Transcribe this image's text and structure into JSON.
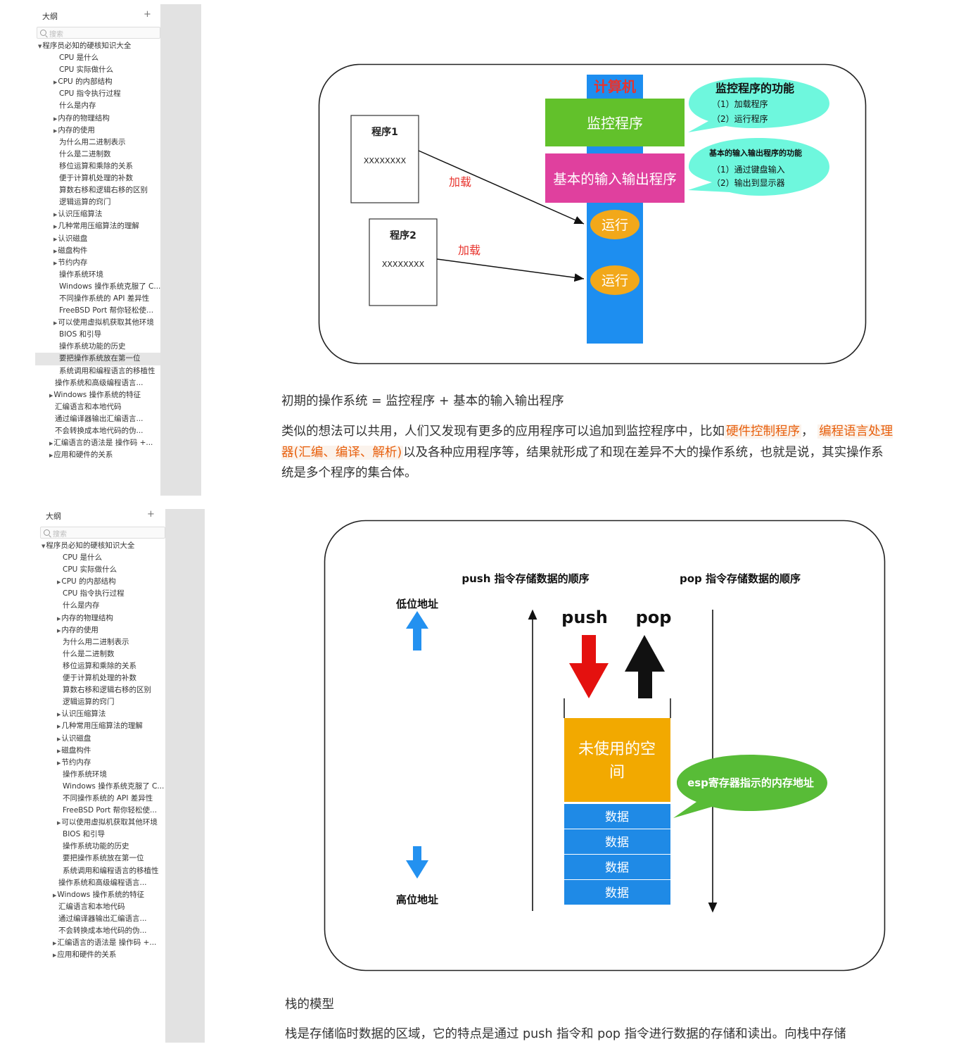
{
  "outline": {
    "title": "大纲",
    "add_label": "+",
    "search_placeholder": "搜索",
    "items": [
      {
        "label": "程序员必知的硬核知识大全",
        "level": 0,
        "expand": "down"
      },
      {
        "label": "CPU 是什么",
        "level": 2,
        "expand": ""
      },
      {
        "label": "CPU 实际做什么",
        "level": 2,
        "expand": ""
      },
      {
        "label": "CPU 的内部结构",
        "level": 2,
        "expand": "right"
      },
      {
        "label": "CPU 指令执行过程",
        "level": 2,
        "expand": ""
      },
      {
        "label": "什么是内存",
        "level": 2,
        "expand": ""
      },
      {
        "label": "内存的物理结构",
        "level": 2,
        "expand": "right"
      },
      {
        "label": "内存的使用",
        "level": 2,
        "expand": "right"
      },
      {
        "label": "为什么用二进制表示",
        "level": 2,
        "expand": ""
      },
      {
        "label": "什么是二进制数",
        "level": 2,
        "expand": ""
      },
      {
        "label": "移位运算和乘除的关系",
        "level": 2,
        "expand": ""
      },
      {
        "label": "便于计算机处理的补数",
        "level": 2,
        "expand": ""
      },
      {
        "label": "算数右移和逻辑右移的区别",
        "level": 2,
        "expand": ""
      },
      {
        "label": "逻辑运算的窍门",
        "level": 2,
        "expand": ""
      },
      {
        "label": "认识压缩算法",
        "level": 2,
        "expand": "right"
      },
      {
        "label": "几种常用压缩算法的理解",
        "level": 2,
        "expand": "right"
      },
      {
        "label": "认识磁盘",
        "level": 2,
        "expand": "right"
      },
      {
        "label": "磁盘构件",
        "level": 2,
        "expand": "right"
      },
      {
        "label": "节约内存",
        "level": 2,
        "expand": "right"
      },
      {
        "label": "操作系统环境",
        "level": 2,
        "expand": ""
      },
      {
        "label": "Windows 操作系统克服了 C...",
        "level": 2,
        "expand": ""
      },
      {
        "label": "不同操作系统的 API 差异性",
        "level": 2,
        "expand": ""
      },
      {
        "label": "FreeBSD Port 帮你轻松使...",
        "level": 2,
        "expand": ""
      },
      {
        "label": "可以使用虚拟机获取其他环境",
        "level": 2,
        "expand": "right"
      },
      {
        "label": "BIOS 和引导",
        "level": 2,
        "expand": ""
      },
      {
        "label": "操作系统功能的历史",
        "level": 2,
        "expand": ""
      },
      {
        "label": "要把操作系统放在第一位",
        "level": 2,
        "expand": ""
      },
      {
        "label": "系统调用和编程语言的移植性",
        "level": 2,
        "expand": ""
      },
      {
        "label": "操作系统和高级编程语言...",
        "level": 1,
        "expand": ""
      },
      {
        "label": "Windows 操作系统的特征",
        "level": 1,
        "expand": "right"
      },
      {
        "label": "汇编语言和本地代码",
        "level": 1,
        "expand": ""
      },
      {
        "label": "通过编译器输出汇编语言...",
        "level": 1,
        "expand": ""
      },
      {
        "label": "不会转换成本地代码的伪...",
        "level": 1,
        "expand": ""
      },
      {
        "label": "汇编语言的语法是 操作码 +...",
        "level": 1,
        "expand": "right"
      },
      {
        "label": "应用和硬件的关系",
        "level": 1,
        "expand": "right"
      }
    ],
    "selected_index_top": 26
  },
  "fig1": {
    "computer_label": "计算机",
    "monitor_label": "监控程序",
    "io_label": "基本的输入输出程序",
    "prog1_title": "程序1",
    "prog1_content": "XXXXXXXX",
    "prog2_title": "程序2",
    "prog2_content": "XXXXXXXX",
    "load1": "加载",
    "load2": "加载",
    "run1": "运行",
    "run2": "运行",
    "bubble1_title": "监控程序的功能",
    "bubble1_line1": "（1）加载程序",
    "bubble1_line2": "（2）运行程序",
    "bubble2_title": "基本的输入输出程序的功能",
    "bubble2_line1": "（1）通过键盘输入",
    "bubble2_line2": "（2）输出到显示器",
    "colors": {
      "blue": "#1d8ef0",
      "green": "#62c12b",
      "magenta": "#e0409e",
      "orange": "#f2a81a",
      "cyan": "#6ef7dd",
      "red": "#e8332d"
    }
  },
  "text1": {
    "line": "初期的操作系统 = 监控程序 + 基本的输入输出程序",
    "para_before": "类似的想法可以共用，人们又发现有更多的应用程序可以追加到监控程序中，比如",
    "hl1": "硬件控制程序",
    "sep": "，",
    "hl2": "编程语言处理器(汇编、编译、解析)",
    "para_after": "以及各种应用程序等，结果就形成了和现在差异不大的操作系统，也就是说，其实操作系统是多个程序的集合体。"
  },
  "fig2": {
    "push_order": "push 指令存储数据的顺序",
    "pop_order": "pop 指令存储数据的顺序",
    "low_addr": "低位地址",
    "high_addr": "高位地址",
    "push": "push",
    "pop": "pop",
    "unused": "未使用的空间",
    "data_cells": [
      "数据",
      "数据",
      "数据",
      "数据"
    ],
    "esp_label": "esp寄存器指示的内存地址",
    "colors": {
      "orange": "#f2a900",
      "blue": "#1f8ae6",
      "green": "#58bc37",
      "red": "#e4110f",
      "arrow_blue": "#2391f0"
    }
  },
  "text2": {
    "heading": "栈的模型",
    "para": "栈是存储临时数据的区域，它的特点是通过 push 指令和 pop 指令进行数据的存储和读出。向栈中存储"
  }
}
